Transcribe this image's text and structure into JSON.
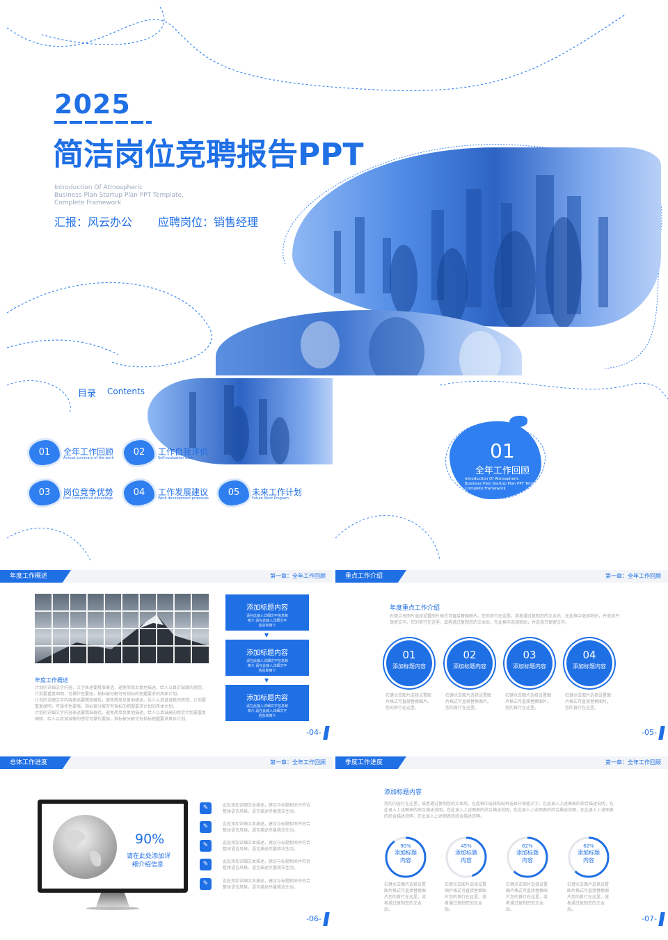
{
  "cover": {
    "year": "2025",
    "title": "简洁岗位竞聘报告PPT",
    "subtitle_en_1": "Introduction Of Atmospheric",
    "subtitle_en_2": "Business Plan Startup Plan PPT Template,",
    "subtitle_en_3": "Complete Framework",
    "reporter": "汇报：风云办公",
    "position": "应聘岗位：销售经理"
  },
  "toc": {
    "title_cn": "目录",
    "title_en": "Contents",
    "items": [
      {
        "num": "01",
        "title": "全年工作回顾",
        "sub": "Annual summary of the work"
      },
      {
        "num": "02",
        "title": "工作自我评价",
        "sub": "Self-evaluation work"
      },
      {
        "num": "03",
        "title": "岗位竞争优势",
        "sub": "Post Competitive Advantage"
      },
      {
        "num": "04",
        "title": "工作发展建议",
        "sub": "Work development proposals"
      },
      {
        "num": "05",
        "title": "未来工作计划",
        "sub": "Future Work Program"
      }
    ]
  },
  "section": {
    "num": "01",
    "title": "全年工作回顾",
    "en_1": "Introduction Of Atmospheric",
    "en_2": "Business Plan Startup Plan PPT Template,",
    "en_3": "Complete Framework"
  },
  "slide04": {
    "tab": "年度工作概述",
    "chapter": "第一章：全年工作回顾",
    "heading": "年度工作概述",
    "para1": "计划的详细文字内容，文字表述要精准概括、避免简单反复地描述。给人以真实诚挚的感觉。计划要重复阐明，可操作性要强，指标被分解可有指标的把握要求的具体计划。",
    "para2": "计划的详细文字内容表述要精准概括，避免简单反复地描述。给人以真诚诚挚的感觉。计划要重复阐明，可操作性要强。指标被分解可有指标的把握要求计划的具体计划。",
    "para3": "计划的详细文字内容表述要精准概括，避免简单反复地描述。给人以真诚高的感觉计划要重复阐明，给人以真诚诚挚的感觉可操作要强，指标被分解可有指标把握要求具体计划。",
    "boxes": [
      {
        "title": "添加标题内容",
        "text": "请在此输入详细文字信息和简介,请在此输入详细文字信息和简介"
      },
      {
        "title": "添加标题内容",
        "text": "请在此输入详细文字信息和简介,请在此输入详细文字信息和简介"
      },
      {
        "title": "添加标题内容",
        "text": "请在此输入详细文字信息和简介,请在此输入详细文字信息和简介"
      }
    ],
    "page": "-04-"
  },
  "slide05": {
    "tab": "重点工作介绍",
    "chapter": "第一章：全年工作回顾",
    "heading": "年度重点工作介绍",
    "intro": "右键点击图片选择设置图片格式可直接替换图片。您的首行在这里，或者通过复制您的文本后，在此框中选择粘贴，并选择只保留文字。您的首行在这里，或者通过复制您的文本后，在此框中选择粘贴，并选择只保留文字。",
    "circles": [
      {
        "num": "01",
        "label": "添加标题内容",
        "text": "右键点击图片选择设置图片格式可直接替换图片。您的首行在这里。"
      },
      {
        "num": "02",
        "label": "添加标题内容",
        "text": "右键点击图片选择设置图片格式可直接替换图片。您的首行在这里。"
      },
      {
        "num": "03",
        "label": "添加标题内容",
        "text": "右键点击图片选择设置图片格式可直接替换图片。您的首行在这里。"
      },
      {
        "num": "04",
        "label": "添加标题内容",
        "text": "右键点击图片选择设置图片格式可直接替换图片。您的首行在这里。"
      }
    ],
    "page": "-05-"
  },
  "slide06": {
    "tab": "总体工作进度",
    "chapter": "第一章：全年工作回顾",
    "percent": "90%",
    "caption_1": "请在此处添加详",
    "caption_2": "细介绍信息",
    "bullets": [
      "此处添加详细文本描述，建议与标题相关并符合整体语言风格，语言描述尽量简洁生动。",
      "此处添加详细文本描述，建议与标题相关并符合整体语言风格，语言描述尽量简洁生动。",
      "此处添加详细文本描述，建议与标题相关并符合整体语言风格，语言描述尽量简洁生动。",
      "此处添加详细文本描述，建议与标题相关并符合整体语言风格，语言描述尽量简洁生动。",
      "此处添加详细文本描述，建议与标题相关并符合整体语言风格，语言描述尽量简洁生动。"
    ],
    "page": "-06-"
  },
  "slide07": {
    "tab": "季度工作进度",
    "chapter": "第一章：全年工作回顾",
    "heading": "添加标题内容",
    "intro": "您的内容打在这里，或者通过复制您的文本后，在此框中选择粘贴并选择只保留文字。在此录入上述图表的综合描述说明，在此录入上述图表的综合描述说明，在此录入上述图表的综合描述说明，在此录入上述图表的综合描述说明，在此录入上述图表的综合描述说明，在此录入上述图表的综合描述说明。",
    "rings": [
      {
        "pct": "90%",
        "value": 90,
        "label_1": "添加标题",
        "label_2": "内容",
        "text": "右键点击图片选择设置图片格式可直接替换图片您的首行在这里，或者通过复制您的文本后。"
      },
      {
        "pct": "45%",
        "value": 45,
        "label_1": "添加标题",
        "label_2": "内容",
        "text": "右键点击图片选择设置图片格式可直接替换图片您的首行在这里，或者通过复制您的文本后。"
      },
      {
        "pct": "62%",
        "value": 62,
        "label_1": "添加标题",
        "label_2": "内容",
        "text": "右键点击图片选择设置图片格式可直接替换图片您的首行在这里，或者通过复制您的文本后。"
      },
      {
        "pct": "62%",
        "value": 62,
        "label_1": "添加标题",
        "label_2": "内容",
        "text": "右键点击图片选择设置图片格式可直接替换图片您的首行在这里，或者通过复制您的文本后。"
      }
    ],
    "page": "-07-"
  },
  "colors": {
    "accent": "#1f6fe5",
    "light": "#dbe8fb",
    "gray_text": "#a8a8a8"
  }
}
